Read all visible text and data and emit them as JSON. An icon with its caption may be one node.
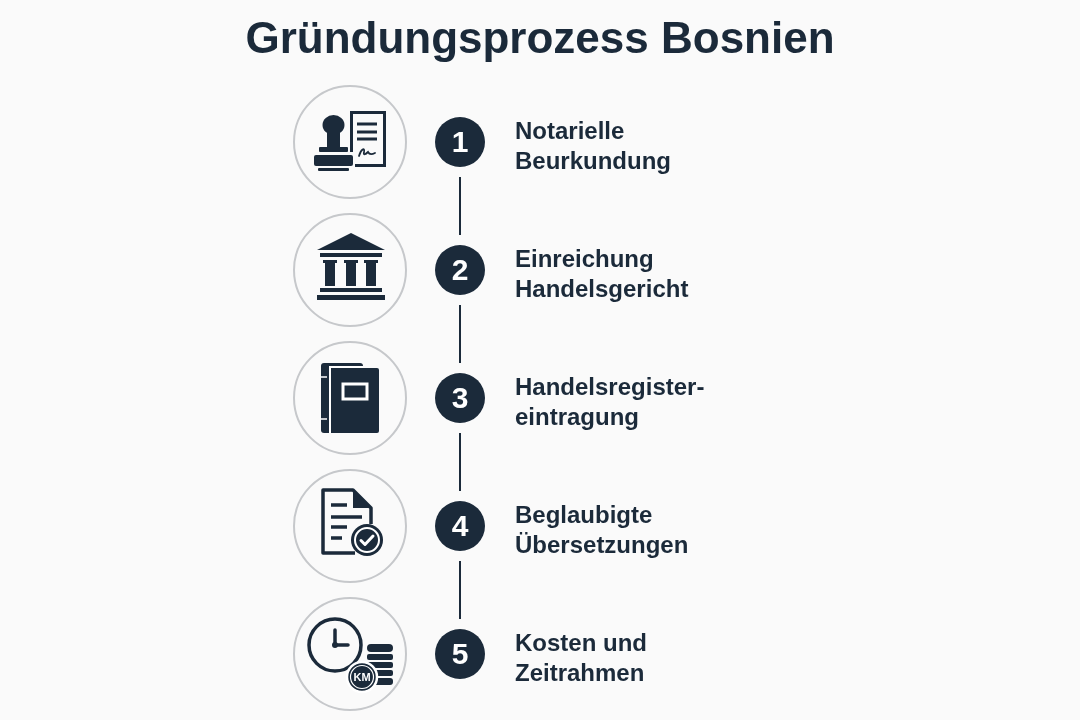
{
  "diagram": {
    "title": "Gründungsprozess Bosnien",
    "nodes": [
      {
        "text": [
          "1"
        ],
        "beside": [
          "Notarielle Beurkundung"
        ]
      },
      {
        "text": [
          "2"
        ],
        "beside": [
          "Einreichung Handelsgericht"
        ]
      },
      {
        "text": [
          "3"
        ],
        "beside": [
          "Handelsregister-eintragung"
        ]
      },
      {
        "text": [
          "4"
        ],
        "beside": [
          "Beglaubigte Übersetzungen"
        ]
      },
      {
        "text": [
          "5"
        ],
        "beside": [
          "Kosten und Zeitrahmen"
        ]
      }
    ],
    "edges": [
      {
        "from": 0,
        "to": 1,
        "arrow": "none"
      },
      {
        "from": 1,
        "to": 2,
        "arrow": "none"
      },
      {
        "from": 2,
        "to": 3,
        "arrow": "none"
      },
      {
        "from": 3,
        "to": 4,
        "arrow": "none"
      }
    ],
    "labels": [
      "KM"
    ]
  }
}
